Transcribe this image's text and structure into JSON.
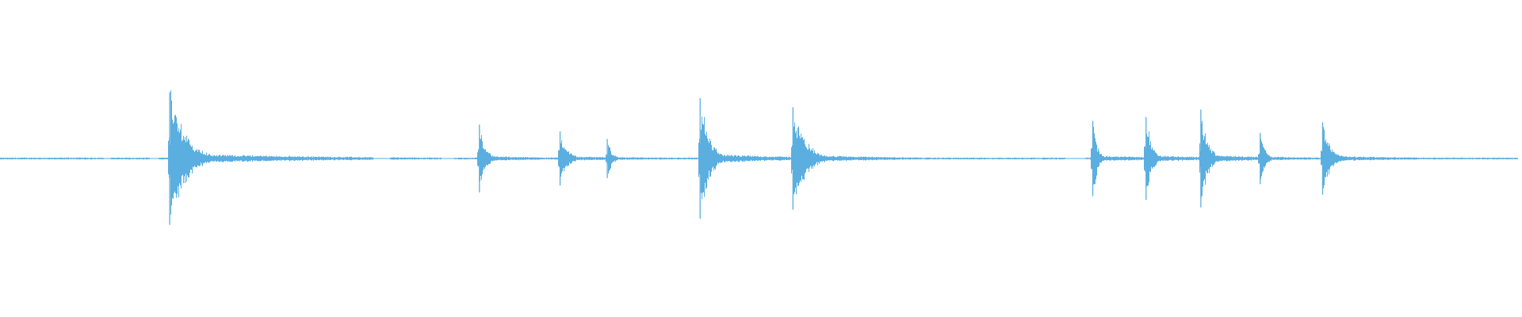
{
  "waveform": {
    "color": "#5aaee0",
    "background": "#ffffff",
    "baseline_fraction": 0.5,
    "duration_fraction": 0.997,
    "transients": [
      {
        "t": 0.1115,
        "peak": 0.88,
        "decay": 0.028,
        "tail": 0.1
      },
      {
        "t": 0.133,
        "peak": 0.1,
        "decay": 0.01,
        "tail": 0.06
      },
      {
        "t": 0.315,
        "peak": 0.45,
        "decay": 0.01,
        "tail": 0.05
      },
      {
        "t": 0.368,
        "peak": 0.36,
        "decay": 0.012,
        "tail": 0.08
      },
      {
        "t": 0.399,
        "peak": 0.26,
        "decay": 0.008,
        "tail": 0.05
      },
      {
        "t": 0.46,
        "peak": 0.8,
        "decay": 0.016,
        "tail": 0.06
      },
      {
        "t": 0.521,
        "peak": 0.68,
        "decay": 0.022,
        "tail": 0.06
      },
      {
        "t": 0.718,
        "peak": 0.5,
        "decay": 0.008,
        "tail": 0.05
      },
      {
        "t": 0.753,
        "peak": 0.55,
        "decay": 0.01,
        "tail": 0.05
      },
      {
        "t": 0.789,
        "peak": 0.65,
        "decay": 0.012,
        "tail": 0.05
      },
      {
        "t": 0.828,
        "peak": 0.34,
        "decay": 0.008,
        "tail": 0.05
      },
      {
        "t": 0.869,
        "peak": 0.48,
        "decay": 0.014,
        "tail": 0.06
      }
    ],
    "noise_floor": 0.012,
    "gaps": [
      [
        0.068,
        0.072
      ],
      [
        0.098,
        0.104
      ],
      [
        0.245,
        0.256
      ],
      [
        0.29,
        0.298
      ],
      [
        0.7,
        0.712
      ]
    ]
  }
}
